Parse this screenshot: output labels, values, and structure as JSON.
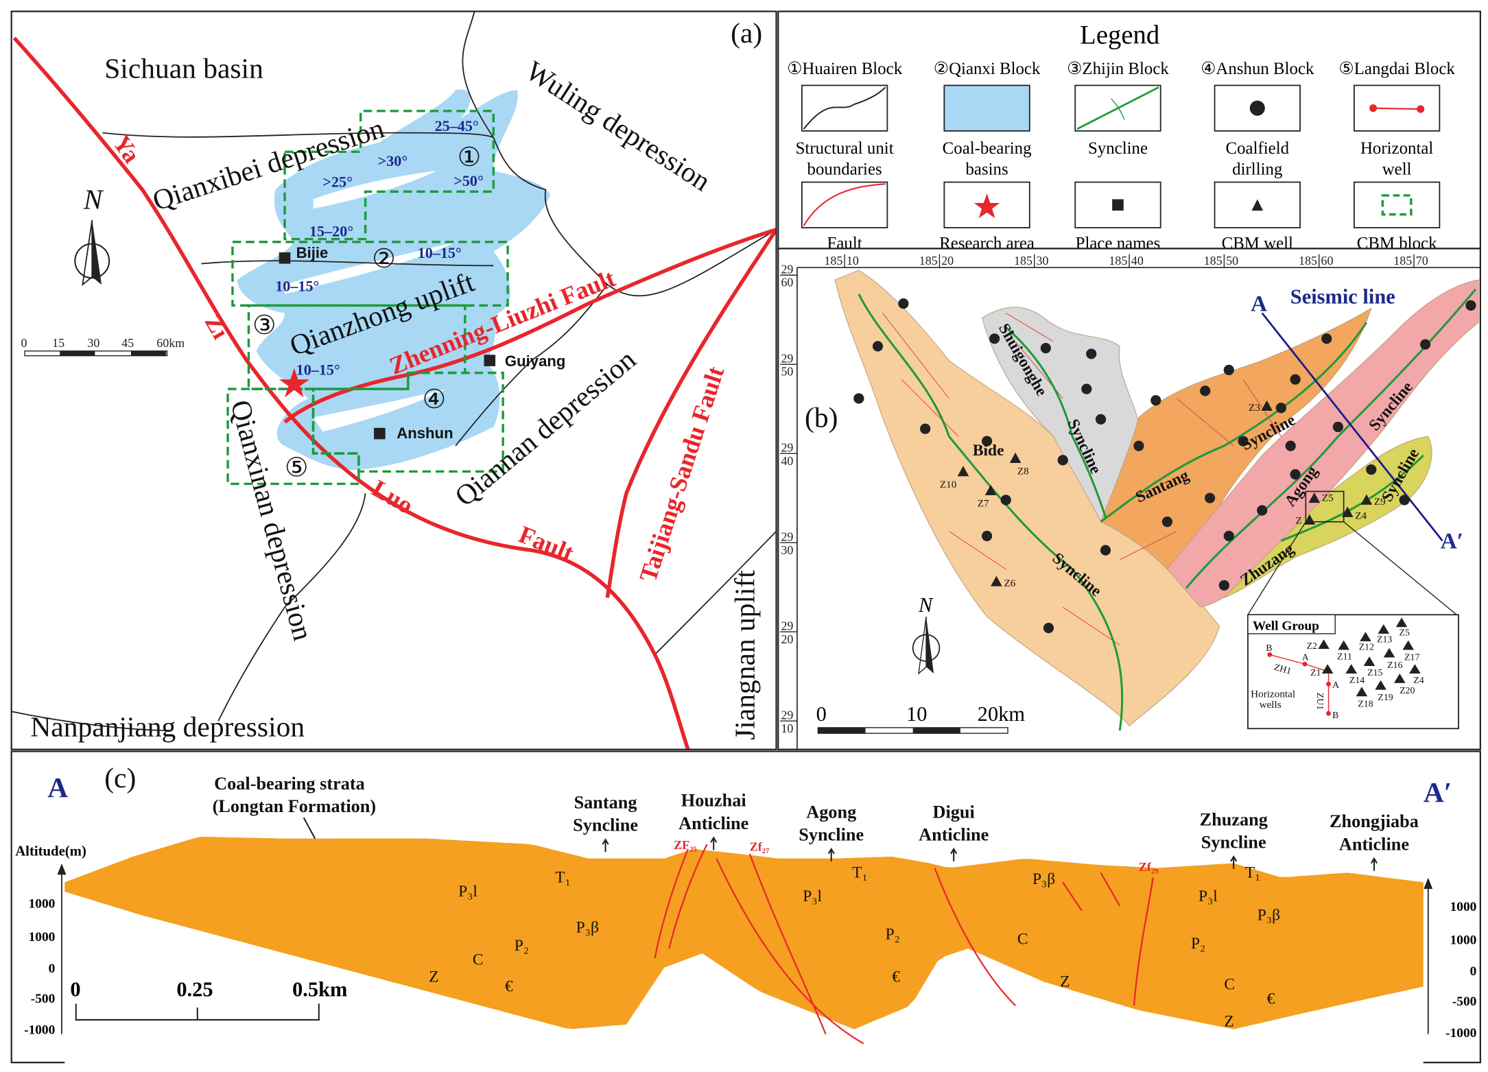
{
  "panel_a": {
    "label": "(a)",
    "regions": [
      "Sichuan basin",
      "Qianxibei depression",
      "Wuling depression",
      "Qianzhong uplift",
      "Qiannan depression",
      "Qianxinan depression",
      "Nanpanjiang depression",
      "Jiangnan uplift"
    ],
    "faults": [
      "Ya",
      "Zi",
      "Luo",
      "Fault",
      "Zhenning-Liuzhi Fault",
      "Taijiang-Sandu Fault"
    ],
    "places": [
      "Bijie",
      "Guiyang",
      "Anshun"
    ],
    "dips": [
      "25–45°",
      ">30°",
      ">25°",
      ">50°",
      "15–20°",
      "10–15°",
      "10–15°",
      "10–15°"
    ],
    "block_numbers": [
      "①",
      "②",
      "③",
      "④",
      "⑤"
    ],
    "north": "N",
    "scale_ticks": [
      "0",
      "15",
      "30",
      "45",
      "60km"
    ],
    "colors": {
      "fault": "#e8262b",
      "coal_basin": "#a8d8f4",
      "cbm_block": "#1e9a3c"
    }
  },
  "legend": {
    "title": "Legend",
    "blocks": [
      "①Huairen Block",
      "②Qianxi Block",
      "③Zhijin Block",
      "④Anshun Block",
      "⑤Langdai Block"
    ],
    "items": [
      {
        "icon": "structural-boundary-line",
        "label": [
          "Structural unit",
          "boundaries"
        ]
      },
      {
        "icon": "coal-basin-fill",
        "label": [
          "Coal-bearing",
          "basins"
        ]
      },
      {
        "icon": "syncline-symbol",
        "label": [
          "Syncline",
          ""
        ]
      },
      {
        "icon": "coalfield-drilling-dot",
        "label": [
          "Coalfield",
          "dirlling"
        ]
      },
      {
        "icon": "horizontal-well-symbol",
        "label": [
          "Horizontal",
          "well"
        ]
      },
      {
        "icon": "fault-line",
        "label": [
          "Fault"
        ]
      },
      {
        "icon": "star",
        "label": [
          "Research area"
        ]
      },
      {
        "icon": "square",
        "label": [
          "Place names"
        ]
      },
      {
        "icon": "triangle",
        "label": [
          "CBM well"
        ]
      },
      {
        "icon": "dashed-square",
        "label": [
          "CBM block"
        ]
      }
    ]
  },
  "panel_b": {
    "label": "(b)",
    "x_ticks": [
      [
        "185",
        "10"
      ],
      [
        "185",
        "20"
      ],
      [
        "185",
        "30"
      ],
      [
        "185",
        "40"
      ],
      [
        "185",
        "50"
      ],
      [
        "185",
        "60"
      ],
      [
        "185",
        "70"
      ]
    ],
    "y_ticks": [
      [
        "29",
        "60"
      ],
      [
        "29",
        "50"
      ],
      [
        "29",
        "40"
      ],
      [
        "29",
        "30"
      ],
      [
        "29",
        "20"
      ],
      [
        "29",
        "10"
      ]
    ],
    "structures": [
      "Shuigonghe",
      "Syncline",
      "Bide",
      "Syncline",
      "Santang",
      "Syncline",
      "Agong",
      "Syncline",
      "Zhuzang",
      "Syncline"
    ],
    "seismic_line": "Seismic line",
    "line_ends": [
      "A",
      "A′"
    ],
    "wells": [
      "Z3",
      "Z8",
      "Z10",
      "Z7",
      "Z6",
      "Z5",
      "Z4",
      "Z9",
      "Z"
    ],
    "north": "N",
    "scale_ticks": [
      "0",
      "10",
      "20km"
    ],
    "well_group": {
      "title": "Well Group",
      "wells": [
        "Z2",
        "Z11",
        "Z12",
        "Z13",
        "Z5",
        "Z17",
        "Z16",
        "Z15",
        "Z14",
        "Z1",
        "Z4",
        "Z20",
        "Z19",
        "Z18"
      ],
      "horizontal": [
        "ZH1",
        "ZU1"
      ],
      "points": [
        "B",
        "A",
        "A",
        "B"
      ],
      "note": [
        "Horizontal",
        "wells"
      ]
    },
    "block_colors": {
      "Bide": "#f7cf9c",
      "Shuigonghe": "#d9d9d9",
      "Santang": "#f2a65e",
      "Agong": "#f2a7a9",
      "Zhuzang": "#d8d45c"
    }
  },
  "panel_c": {
    "label": "(c)",
    "ends": [
      "A",
      "A′"
    ],
    "annotation": [
      "Coal-bearing strata",
      "(Longtan Formation)"
    ],
    "structures": [
      [
        "Santang",
        "Syncline"
      ],
      [
        "Houzhai",
        "Anticline"
      ],
      [
        "Agong",
        "Syncline"
      ],
      [
        "Digui",
        "Anticline"
      ],
      [
        "Zhuzang",
        "Syncline"
      ],
      [
        "Zhongjiaba",
        "Anticline"
      ]
    ],
    "faults": [
      "ZF₂₅",
      "Zf₂₇",
      "Zf₂₉"
    ],
    "strata": [
      "T₁",
      "P₃l",
      "P₃β",
      "P₂",
      "C",
      "Z",
      "€",
      "T₁",
      "P₃l",
      "P₂",
      "€",
      "P₃β",
      "C",
      "Z",
      "T₁",
      "P₃l",
      "P₃β",
      "P₂",
      "C",
      "€",
      "Z"
    ],
    "axis_label": "Altitude(m)",
    "left_ticks": [
      "1000",
      "1000",
      "0",
      "-500",
      "-1000"
    ],
    "right_ticks": [
      "1000",
      "1000",
      "0",
      "-500",
      "-1000"
    ],
    "scale_ticks": [
      "0",
      "0.25",
      "0.5km"
    ],
    "layer_colors": {
      "Z": "#f5a020",
      "€": "#f8c896",
      "C": "#92f28e",
      "P2": "#f7a31c",
      "P3β": "#5ccf3e",
      "P3l": "#f8e05e",
      "T1": "#f5a0ec"
    }
  }
}
